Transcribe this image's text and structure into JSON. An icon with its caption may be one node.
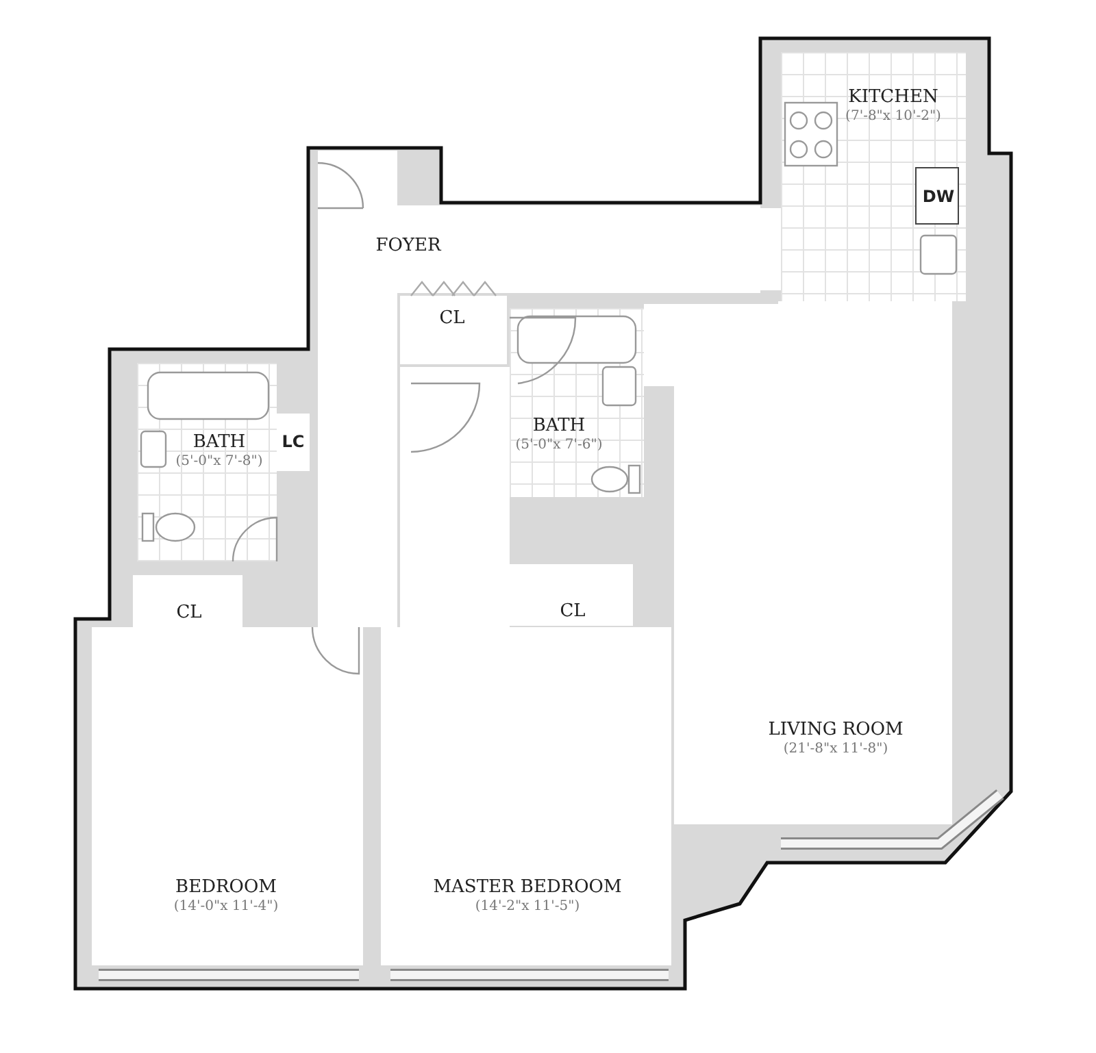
{
  "diagram": {
    "nodes": [
      {
        "text": [
          "KITCHEN",
          "(7'-8\"x 10'-2\")"
        ]
      },
      {
        "text": [
          "DW"
        ],
        "in": 0
      },
      {
        "text": [
          "FOYER"
        ]
      },
      {
        "text": [
          "CL"
        ]
      },
      {
        "text": [
          "BATH",
          "(5'-0\"x 7'-8\")"
        ]
      },
      {
        "text": [
          "LC"
        ]
      },
      {
        "text": [
          "BATH",
          "(5'-0\"x 7'-6\")"
        ]
      },
      {
        "text": [
          "CL"
        ]
      },
      {
        "text": [
          "CL"
        ]
      },
      {
        "text": [
          "LIVING ROOM",
          "(21'-8\"x 11'-8\")"
        ]
      },
      {
        "text": [
          "BEDROOM",
          "(14'-0\"x 11'-4\")"
        ]
      },
      {
        "text": [
          "MASTER BEDROOM",
          "(14'-2\"x 11'-5\")"
        ]
      }
    ]
  }
}
